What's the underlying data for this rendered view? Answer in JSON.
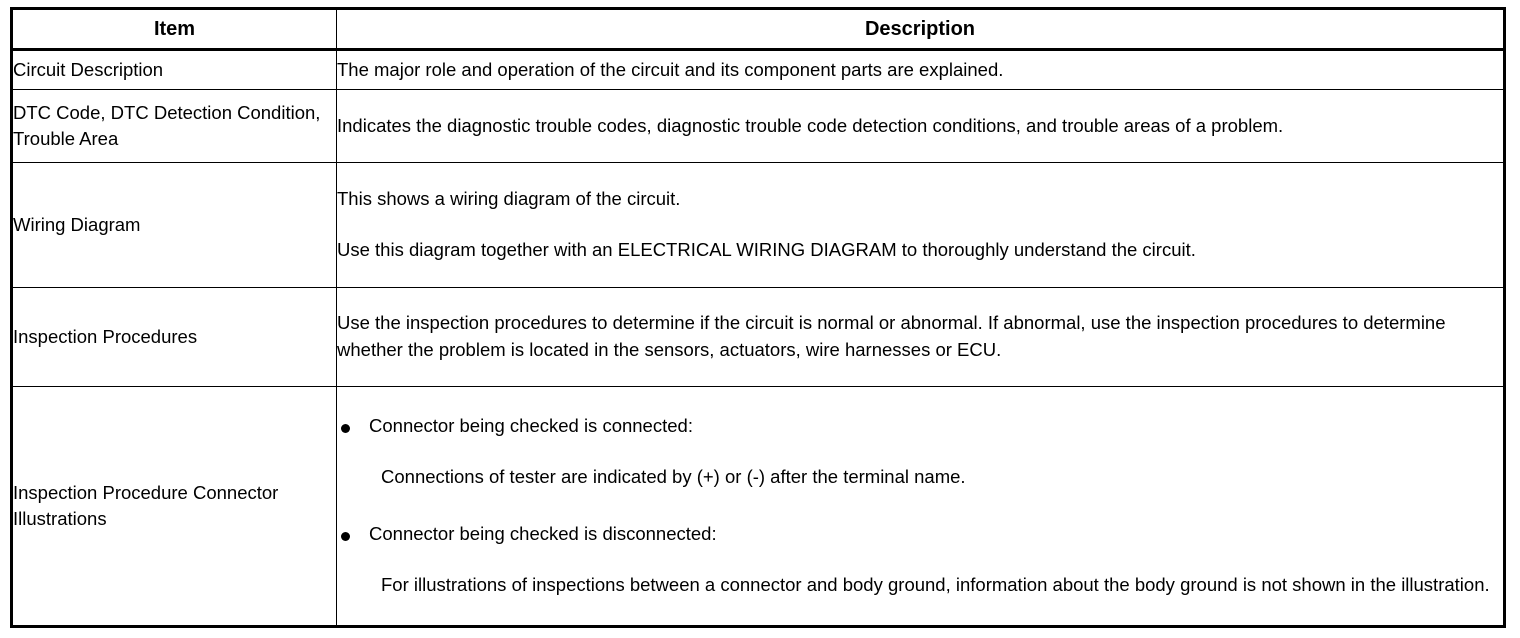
{
  "table": {
    "headers": {
      "item": "Item",
      "description": "Description"
    },
    "rows": [
      {
        "item": "Circuit Description",
        "description_paragraphs": [
          "The major role and operation of the circuit and its component parts are explained."
        ]
      },
      {
        "item": "DTC Code, DTC Detection Condition, Trouble Area",
        "description_paragraphs": [
          "Indicates the diagnostic trouble codes, diagnostic trouble code detection conditions, and trouble areas of a problem."
        ]
      },
      {
        "item": "Wiring Diagram",
        "description_paragraphs": [
          "This shows a wiring diagram of the circuit.",
          "Use this diagram together with an ELECTRICAL WIRING DIAGRAM to thoroughly understand the circuit."
        ]
      },
      {
        "item": "Inspection Procedures",
        "description_paragraphs": [
          "Use the inspection procedures to determine if the circuit is normal or abnormal. If abnormal, use the inspection procedures to determine whether the problem is located in the sensors, actuators, wire harnesses or ECU."
        ]
      },
      {
        "item": "Inspection Procedure Connector Illustrations",
        "bullets": [
          {
            "lead": "Connector being checked is connected:",
            "sub": "Connections of tester are indicated by (+) or (-) after the terminal name."
          },
          {
            "lead": "Connector being checked is disconnected:",
            "sub": "For illustrations of inspections between a connector and body ground, information about the body ground is not shown in the illustration."
          }
        ]
      }
    ]
  },
  "colors": {
    "border": "#000000",
    "text": "#000000",
    "background": "#ffffff"
  }
}
